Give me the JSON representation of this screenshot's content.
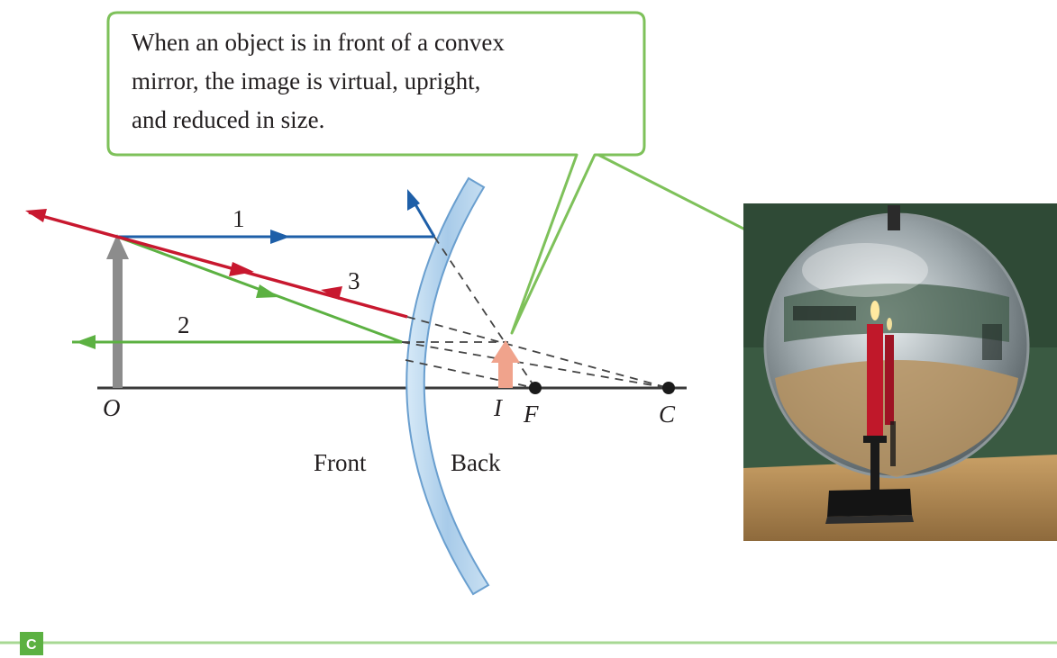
{
  "callout": {
    "lines": [
      "When an object is in front of a convex",
      "mirror, the image is virtual, upright,",
      "and reduced in size."
    ]
  },
  "rays": {
    "ray1_label": "1",
    "ray2_label": "2",
    "ray3_label": "3"
  },
  "points": {
    "object": "O",
    "image": "I",
    "focal": "F",
    "center": "C"
  },
  "mirror": {
    "front_label": "Front",
    "back_label": "Back"
  },
  "part_badge": "C",
  "colors": {
    "callout_border": "#7ec15a",
    "ray_blue": "#1e5fa8",
    "ray_green": "#5cb142",
    "ray_red": "#c8182f",
    "object_arrow": "#8c8c8c",
    "image_arrow": "#f0a38c",
    "mirror_fill": "#b8d7ef",
    "mirror_edge": "#6a9fcf",
    "axis": "#3a3a3a",
    "badge": "#5cb142"
  }
}
